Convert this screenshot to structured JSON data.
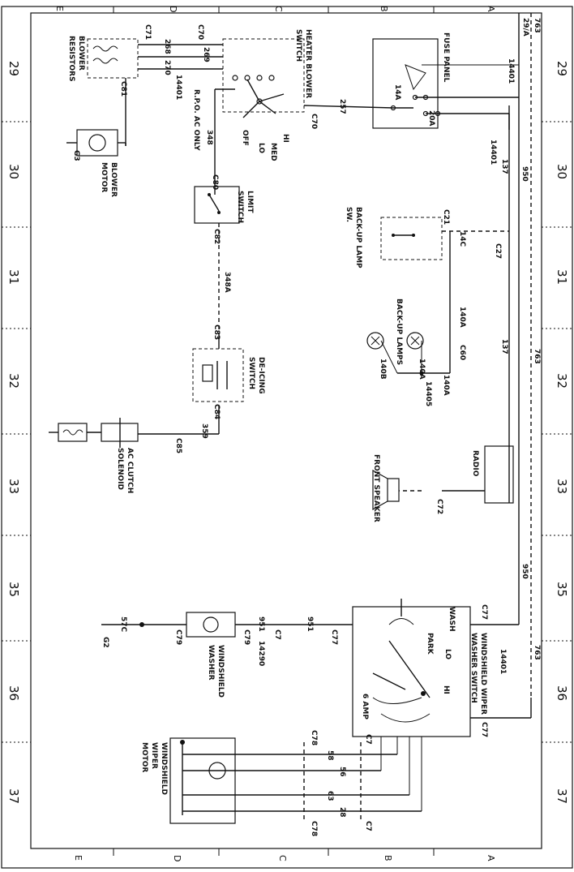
{
  "columns_top": [
    "E",
    "D",
    "C",
    "B",
    "A"
  ],
  "columns_bottom": [
    "E",
    "D",
    "C",
    "B",
    "A"
  ],
  "rows_left": [
    "29",
    "30",
    "31",
    "32",
    "33",
    "35",
    "36",
    "37"
  ],
  "rows_right": [
    "29",
    "30",
    "31",
    "32",
    "33",
    "35",
    "36",
    "37"
  ],
  "components": {
    "blower_resistors": [
      "BLOWER",
      "RESISTORS"
    ],
    "blower_motor": [
      "BLOWER",
      "MOTOR"
    ],
    "heater_blower_switch": [
      "HEATER BLOWER",
      "SWITCH"
    ],
    "switch_positions": [
      "HI",
      "MED",
      "LO",
      "OFF"
    ],
    "fuse_panel": "FUSE PANEL",
    "fuse_14a": "14A",
    "fuse_20a": "20A",
    "rpo_ac_only": "R.P.O. AC ONLY",
    "limit_switch": [
      "LIMIT",
      "SWITCH"
    ],
    "backup_lamp_sw": [
      "BACK-UP LAMP",
      "SW."
    ],
    "backup_lamps": "BACK-UP LAMPS",
    "de_icing_switch": [
      "DE-ICING",
      "SWITCH"
    ],
    "ac_clutch_solenoid": [
      "AC CLUTCH",
      "SOLENOID"
    ],
    "radio": "RADIO",
    "front_speaker": "FRONT SPEAKER",
    "windshield_washer": [
      "WINDSHIELD",
      "WASHER"
    ],
    "wiper_washer_switch": [
      "WINDSHIELD WIPER",
      "WASHER SWITCH"
    ],
    "wiper_positions": [
      "WASH",
      "PARK",
      "LO",
      "HI"
    ],
    "six_amp": "6 AMP",
    "wiper_motor": [
      "WINDSHIELD",
      "WIPER",
      "MOTOR"
    ]
  },
  "connectors": {
    "c71_top": "C71",
    "c70_top": "C70",
    "c81": "C81",
    "c70": "C70",
    "c80": "C80",
    "c82": "C82",
    "c83": "C83",
    "c84": "C84",
    "c85": "C85",
    "c21": "C21",
    "c27": "C27",
    "c60": "C60",
    "c72": "C72",
    "c77_a": "C77",
    "c77_b": "C77",
    "c77_c": "C77",
    "c79_a": "C79",
    "c79_b": "C79",
    "c7_mid": "C7",
    "c78_a": "C78",
    "c78_b": "C78",
    "c7_a": "C7",
    "c7_b": "C7"
  },
  "grounds": {
    "g3": "G3",
    "g2": "G2"
  },
  "wires": {
    "w763": "763",
    "w29a": "29/A",
    "w14401_top": "14401",
    "w268": "268",
    "w269": "269",
    "w270": "270",
    "w14401_d": "14401",
    "w257": "257",
    "w14401_fp": "14401",
    "w137": "137",
    "w950": "950",
    "w348": "348",
    "w14c": "14C",
    "w348a": "348A",
    "w140a_a": "140A",
    "w137_b": "137",
    "w763_b": "763",
    "w140a_b": "140A",
    "w140b": "140B",
    "w140a_c": "140A",
    "w14405": "14405",
    "w359": "359",
    "w950_b": "950",
    "w57c": "57C",
    "w951_a": "951",
    "w951_b": "951",
    "w14290": "14290",
    "w14401_ws": "14401",
    "w763_c": "763",
    "w58": "58",
    "w56": "56",
    "w63": "63",
    "w28": "28"
  }
}
